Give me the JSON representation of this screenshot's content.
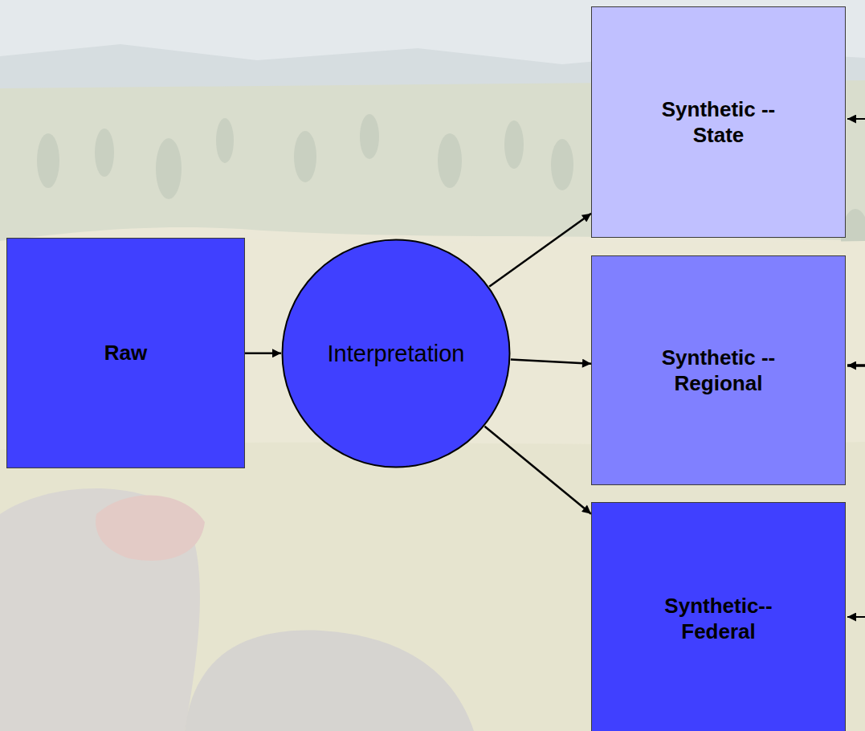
{
  "diagram": {
    "nodes": [
      {
        "text": [
          "Raw"
        ]
      },
      {
        "text": [
          "Interpretation"
        ]
      },
      {
        "text": [
          "Synthetic -- State"
        ]
      },
      {
        "text": [
          "Synthetic -- Regional"
        ]
      },
      {
        "text": [
          "Synthetic-- Federal"
        ]
      }
    ],
    "edges": [
      {
        "from": 0,
        "to": 1,
        "arrow": "to"
      },
      {
        "from": 1,
        "to": 2,
        "arrow": "to"
      },
      {
        "from": 1,
        "to": 3,
        "arrow": "to"
      },
      {
        "from": 1,
        "to": 4,
        "arrow": "to"
      }
    ]
  }
}
